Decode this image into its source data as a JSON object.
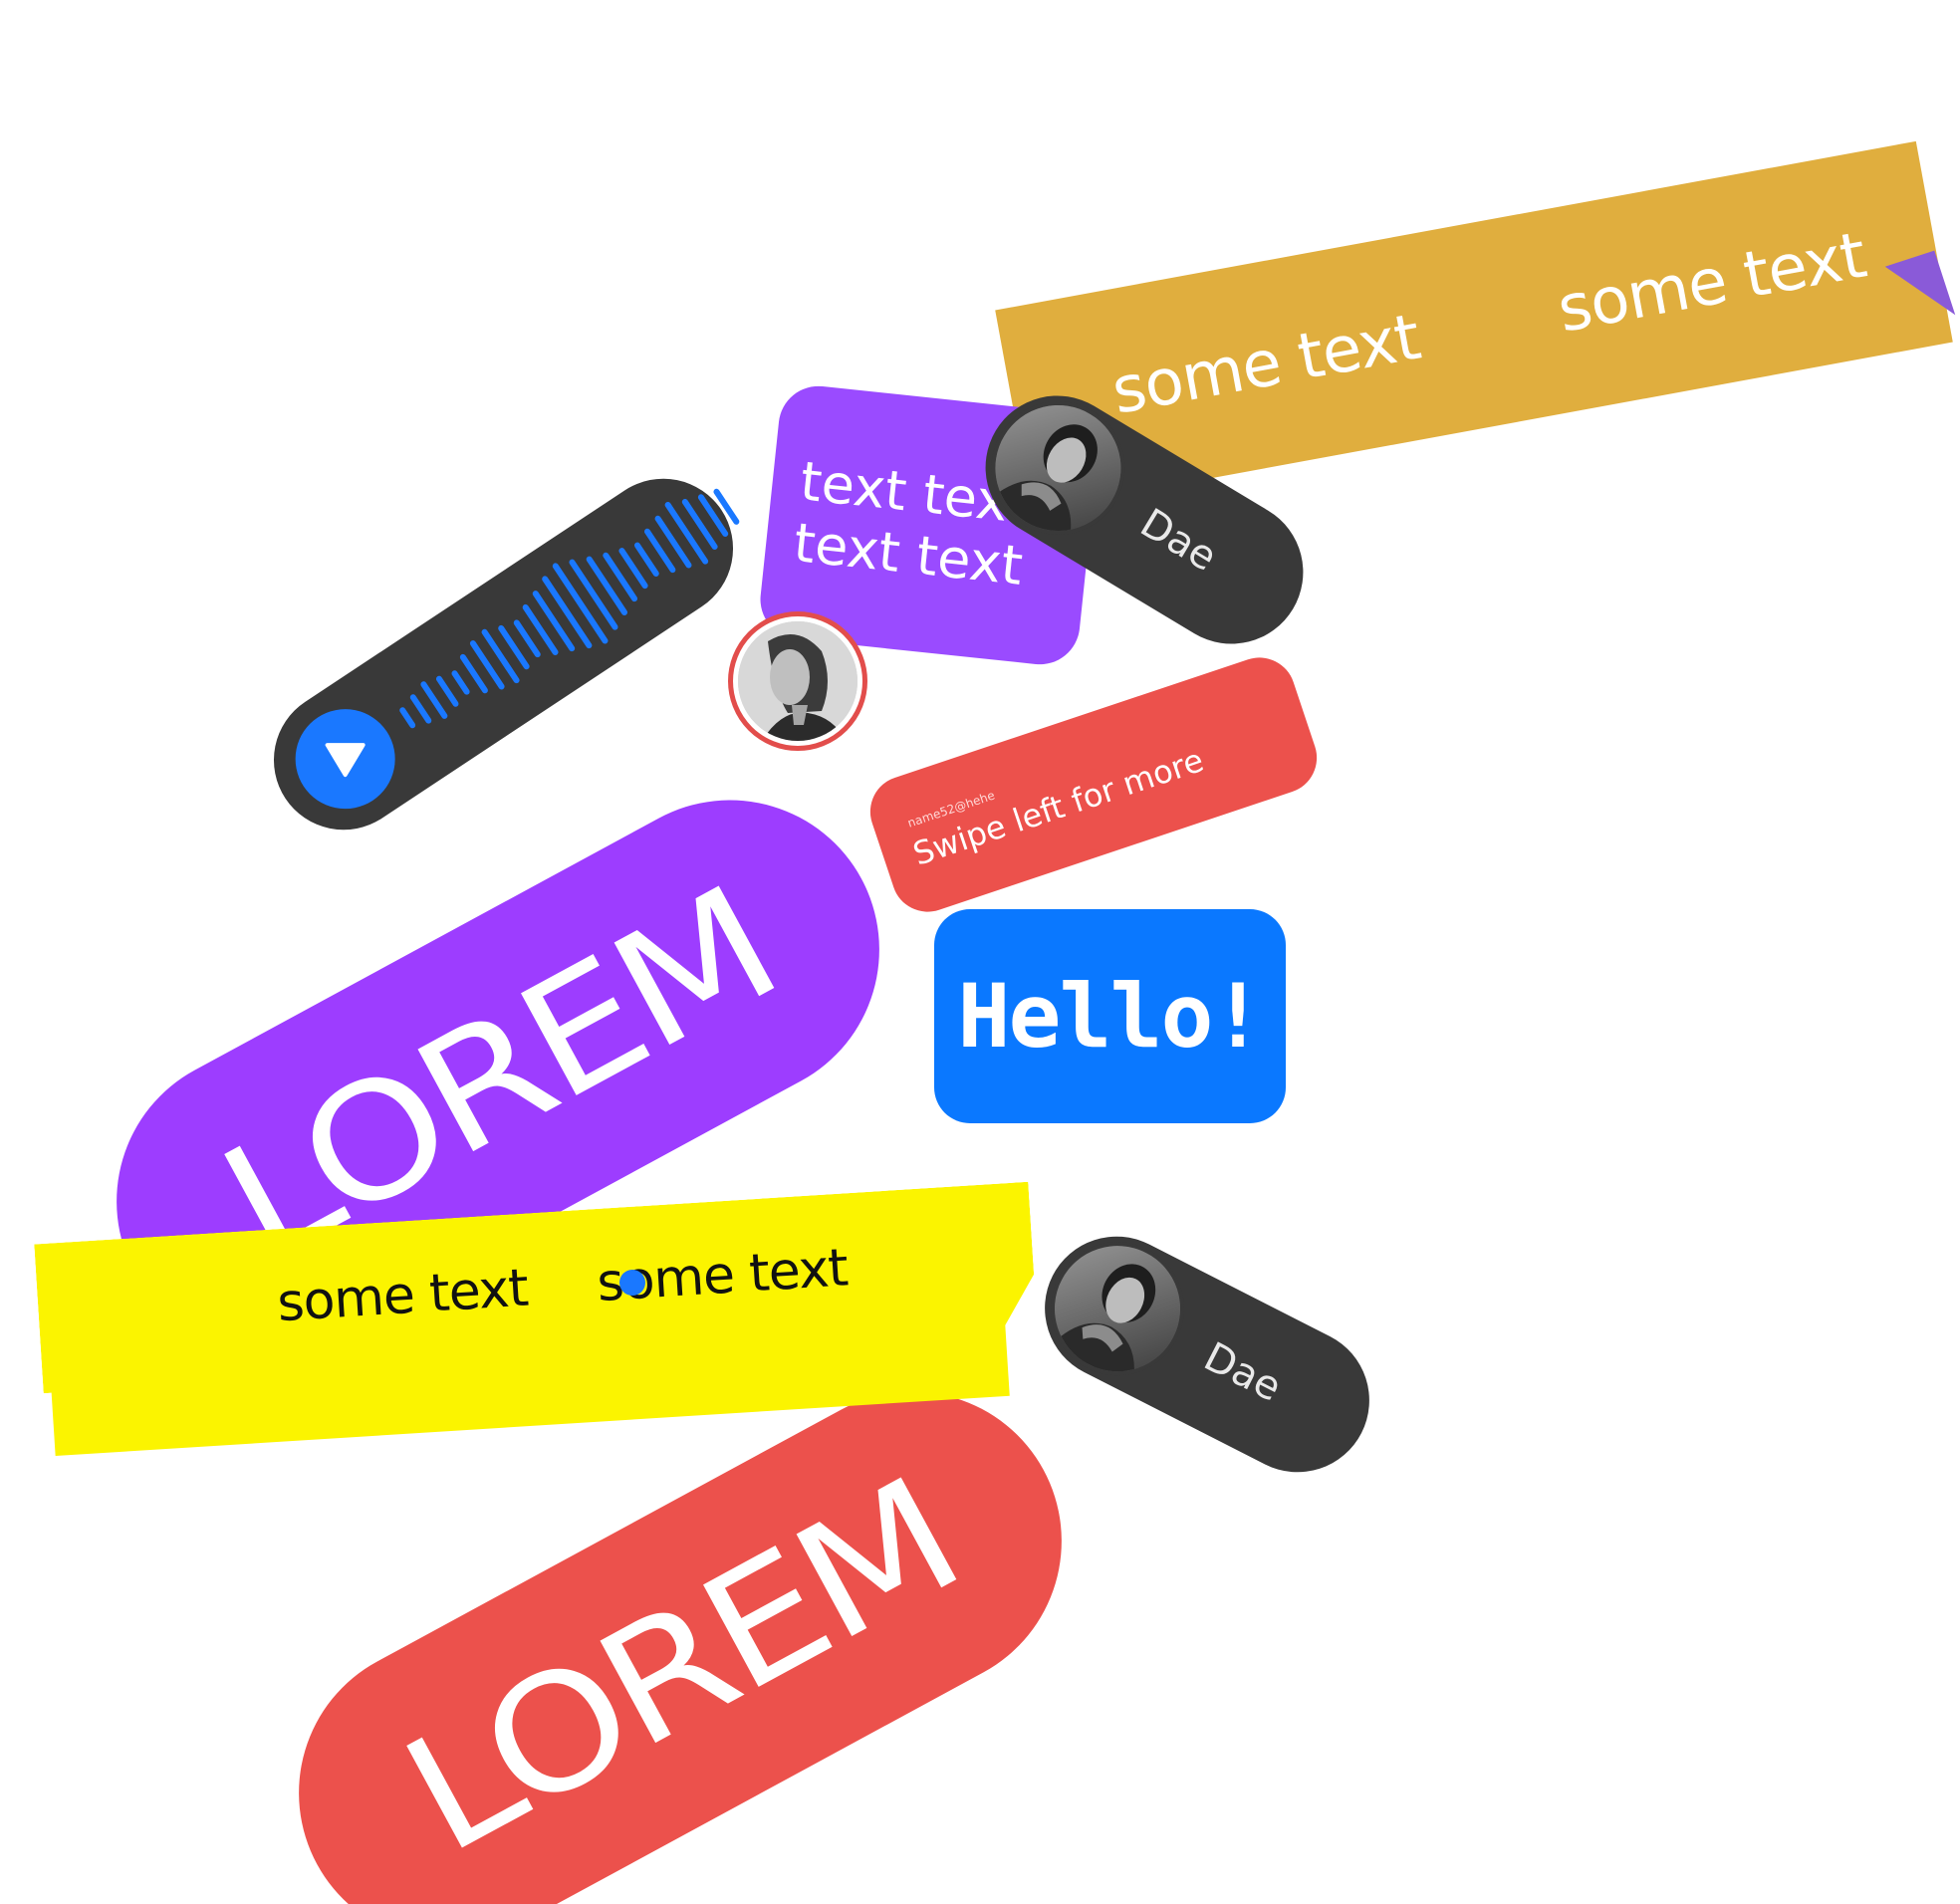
{
  "gold_ribbon": {
    "text_1": "some text",
    "text_2": "some text",
    "color": "#e0ae3e",
    "fold_color": "#8a5ad8"
  },
  "purple_card": {
    "line_1": "text text",
    "line_2": "text text",
    "color": "#9a4bff"
  },
  "audio_message": {
    "play_icon": "play-triangle-icon",
    "accent": "#1a78ff",
    "background": "#393939"
  },
  "user_pill_1": {
    "name": "Dae"
  },
  "user_pill_2": {
    "name": "Dae"
  },
  "swipe_card": {
    "handle": "name52@hehe",
    "message": "Swipe left for more",
    "color": "#ec514c"
  },
  "hello_card": {
    "text": "Hello!",
    "color": "#0a78ff"
  },
  "lorem_purple": {
    "text": "LOREM",
    "color": "#9d3dff"
  },
  "yellow_ribbon": {
    "text_1": "some text",
    "text_2": "some text",
    "color": "#fbf400"
  },
  "lorem_red": {
    "text": "LOREM",
    "color": "#ec514c"
  }
}
